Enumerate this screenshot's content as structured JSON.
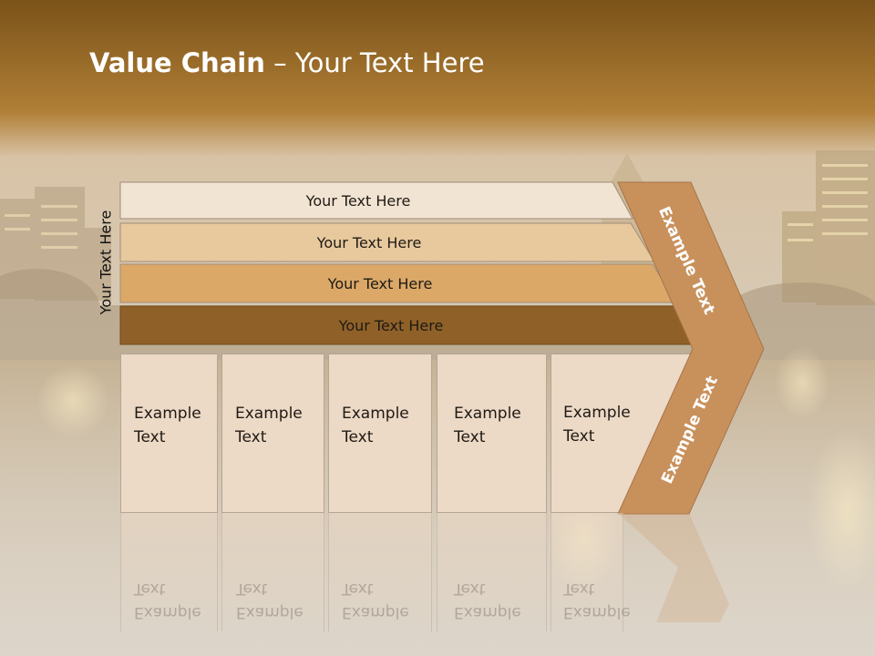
{
  "slide": {
    "title_bold": "Value Chain",
    "title_rest": " – Your Text Here",
    "side_label": "Your Text Here"
  },
  "bars": [
    {
      "label": "Your Text Here",
      "color": "#f2e4d3"
    },
    {
      "label": "Your Text Here",
      "color": "#e8c99e"
    },
    {
      "label": "Your Text Here",
      "color": "#dba868"
    },
    {
      "label": "Your Text Here",
      "color": "#8f6128"
    }
  ],
  "boxes": [
    {
      "label": "Example Text"
    },
    {
      "label": "Example Text"
    },
    {
      "label": "Example Text"
    },
    {
      "label": "Example Text"
    },
    {
      "label": "Example Text"
    }
  ],
  "chevron": {
    "upper_label": "Example Text",
    "lower_label": "Example Text",
    "color": "#c8915c"
  },
  "colors": {
    "header_band": "#8a5c20",
    "box_fill": "#ecd9c6"
  }
}
